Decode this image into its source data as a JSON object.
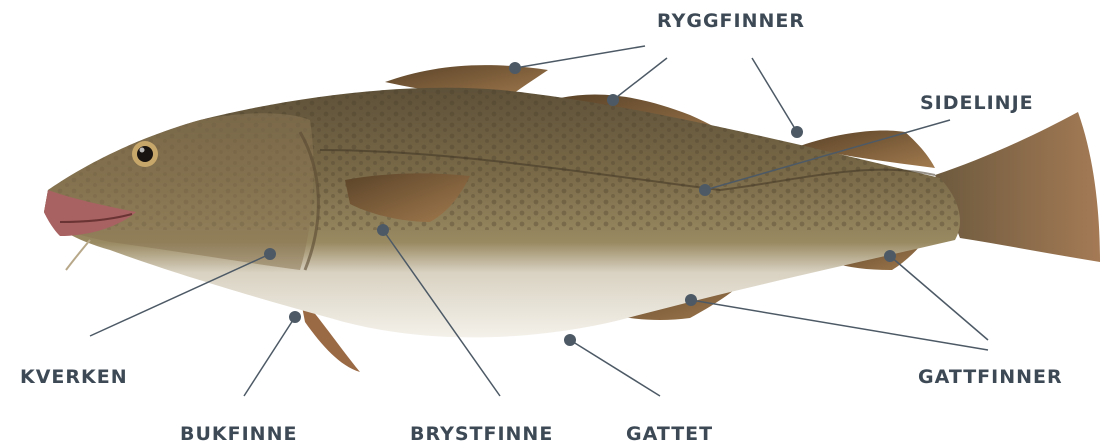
{
  "colors": {
    "label_text": "#3d4a56",
    "leader_line": "#4d5a66",
    "body_dark": "#6b5a3c",
    "belly": "#f2eee6",
    "fin": "#7b5a3a"
  },
  "labels": {
    "ryggfinner": "RYGGFINNER",
    "sidelinje": "SIDELINJE",
    "kverken": "KVERKEN",
    "gattfinner": "GATTFINNER",
    "bukfinne": "BUKFINNE",
    "brystfinne": "BRYSTFINNE",
    "gattet": "GATTET"
  }
}
